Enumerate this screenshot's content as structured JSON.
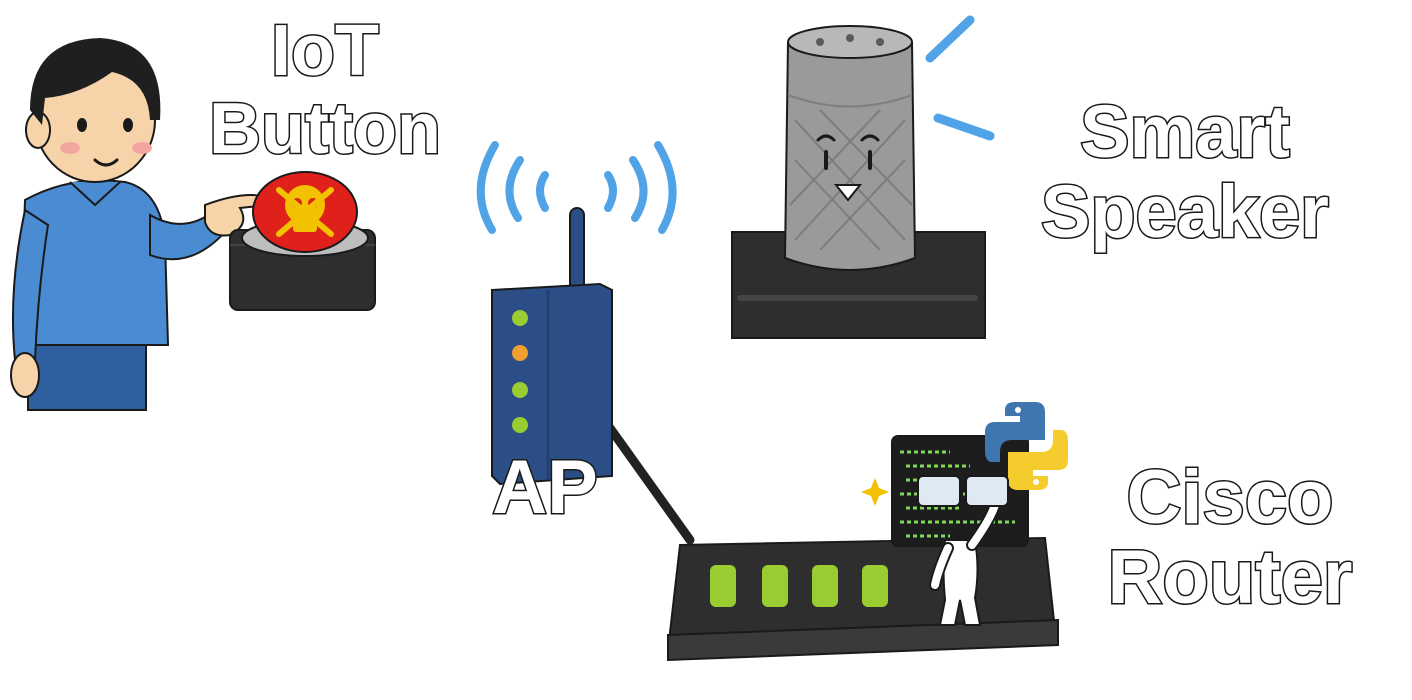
{
  "nodes": {
    "iot_button": {
      "line1": "IoT",
      "line2": "Button"
    },
    "smart_speaker": {
      "line1": "Smart",
      "line2": "Speaker"
    },
    "ap": {
      "label": "AP"
    },
    "cisco_router": {
      "line1": "Cisco",
      "line2": "Router"
    }
  },
  "colors": {
    "shirt": "#4a8bd1",
    "button_red": "#e0201a",
    "skull_yellow": "#f2c200",
    "ap_body": "#2c4e86",
    "wifi_waves": "#4fa3e6",
    "speaker_gray": "#9a9a9a",
    "device_dark": "#2e2e2e",
    "router_led_green": "#9acd32",
    "outline": "#1a1a1a"
  }
}
